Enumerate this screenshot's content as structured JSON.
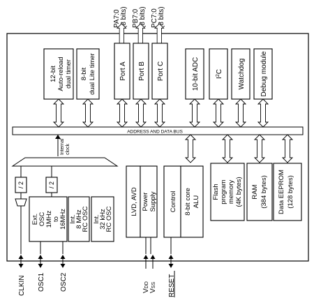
{
  "bus": {
    "label": "ADDRESS AND DATA BUS"
  },
  "top_pins": [
    {
      "id": "pa",
      "line1": "PA7:0",
      "line2": "(8 bits)"
    },
    {
      "id": "pb",
      "line1": "PB7:0",
      "line2": "(8 bits)"
    },
    {
      "id": "pc",
      "line1": "PC7:0",
      "line2": "(8 bits)"
    }
  ],
  "blocks": {
    "timer12": {
      "line1": "12-bit",
      "line2": "Auto-reload",
      "line3": "dual timer"
    },
    "timer8": {
      "line1": "8-bit",
      "line2": "dual Lite timer"
    },
    "port_a": "Port A",
    "port_b": "Port B",
    "port_c": "Port C",
    "adc": "10-bit ADC",
    "i2c": "I",
    "i2c_sup": "2",
    "i2c_tail": "C",
    "watchdog": "Watchdog",
    "debug": "Debug module",
    "lvd": {
      "line1": "LVD, AVD",
      "line2": ""
    },
    "power": {
      "line1": "Power",
      "line2": "Supply"
    },
    "control": "Control",
    "alu": {
      "line1": "8-bit core",
      "line2": "ALU"
    },
    "flash": {
      "line1": "Flash",
      "line2": "program",
      "line3": "memory",
      "line4": "(4K bytes)"
    },
    "ram": {
      "line1": "RAM",
      "line2": "(384 bytes)"
    },
    "eeprom": {
      "line1": "Data EEPROM",
      "line2": "(128 bytes)"
    },
    "ext_osc": {
      "line1": "Ext.",
      "line2": "OSC",
      "line3": "1MHz",
      "line4": "to",
      "line5": "16MHz"
    },
    "int_osc8": {
      "line1": "Int.",
      "line2": "8 MHz",
      "line3": "RC OSC"
    },
    "int_osc32": {
      "line1": "Int.",
      "line2": "32 kHz",
      "line3": "RC OSC"
    },
    "div1": "/ 2",
    "div2": "/ 2",
    "internal_clock": {
      "line1": "Internal",
      "line2": "clock"
    }
  },
  "bottom_pins": {
    "clkin": "CLKIN",
    "osc1": "OSC1",
    "osc2": "OSC2",
    "vdd_main": "V",
    "vdd_sub": "DD",
    "vss_main": "V",
    "vss_sub": "SS",
    "reset": "RESET"
  }
}
